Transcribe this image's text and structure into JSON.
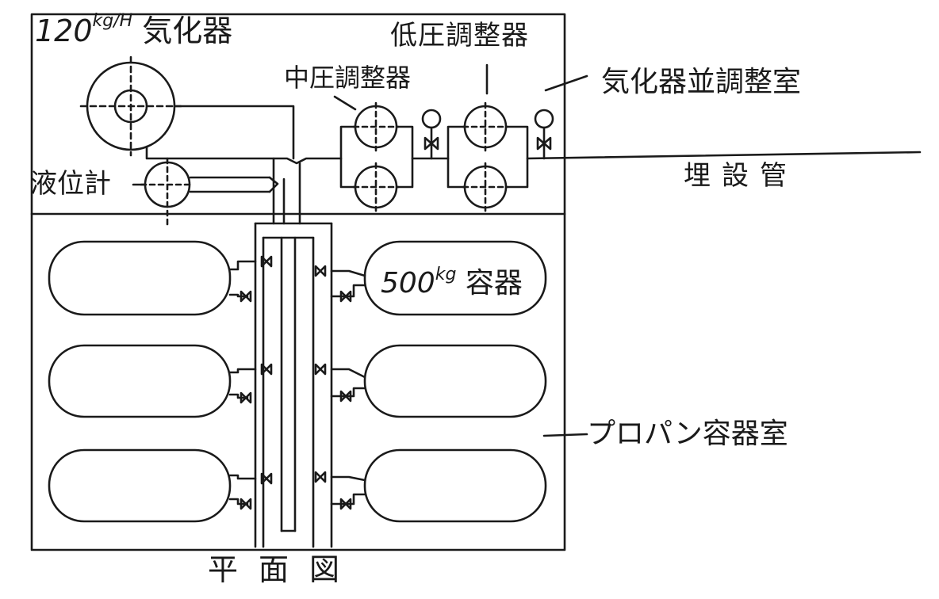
{
  "labels": {
    "vaporizer_capacity": "120",
    "vaporizer_unit": "kg/H",
    "vaporizer": "気化器",
    "low_pressure_regulator": "低圧調整器",
    "medium_pressure_regulator": "中圧調整器",
    "vaporizer_regulator_room": "気化器並調整室",
    "buried_pipe": "埋設管",
    "level_gauge": "液位計",
    "tank_capacity": "500",
    "tank_unit": "kg",
    "tank": "容器",
    "propane_tank_room": "プロパン容器室",
    "plan_view": "平面図"
  },
  "colors": {
    "ink": "#1a1a1a",
    "background": "#ffffff"
  }
}
